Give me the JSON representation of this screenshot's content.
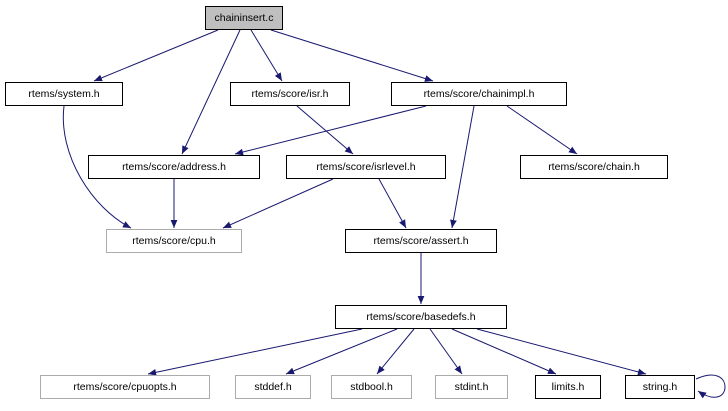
{
  "diagram": {
    "kind": "include-dependency-graph",
    "root": "chaininsert.c"
  },
  "colors": {
    "edge": "#191970",
    "main_fill": "#bfbfbf",
    "border_doc": "#000000",
    "border_undoc": "#ababab",
    "background": "#ffffff"
  },
  "nodes": {
    "chaininsert": {
      "label": "chaininsert.c",
      "type": "main"
    },
    "system": {
      "label": "rtems/system.h",
      "type": "doc"
    },
    "isr": {
      "label": "rtems/score/isr.h",
      "type": "doc"
    },
    "chainimpl": {
      "label": "rtems/score/chainimpl.h",
      "type": "doc"
    },
    "address": {
      "label": "rtems/score/address.h",
      "type": "doc"
    },
    "isrlevel": {
      "label": "rtems/score/isrlevel.h",
      "type": "doc"
    },
    "chain": {
      "label": "rtems/score/chain.h",
      "type": "doc"
    },
    "cpu": {
      "label": "rtems/score/cpu.h",
      "type": "undoc"
    },
    "assert": {
      "label": "rtems/score/assert.h",
      "type": "doc"
    },
    "basedefs": {
      "label": "rtems/score/basedefs.h",
      "type": "doc"
    },
    "cpuopts": {
      "label": "rtems/score/cpuopts.h",
      "type": "undoc"
    },
    "stddef": {
      "label": "stddef.h",
      "type": "undoc"
    },
    "stdbool": {
      "label": "stdbool.h",
      "type": "undoc"
    },
    "stdint": {
      "label": "stdint.h",
      "type": "undoc"
    },
    "limits": {
      "label": "limits.h",
      "type": "doc"
    },
    "string": {
      "label": "string.h",
      "type": "doc"
    }
  },
  "edges": [
    {
      "from": "chaininsert",
      "to": "system"
    },
    {
      "from": "chaininsert",
      "to": "address"
    },
    {
      "from": "chaininsert",
      "to": "isr"
    },
    {
      "from": "chaininsert",
      "to": "chainimpl"
    },
    {
      "from": "system",
      "to": "cpu"
    },
    {
      "from": "isr",
      "to": "isrlevel"
    },
    {
      "from": "chainimpl",
      "to": "address"
    },
    {
      "from": "chainimpl",
      "to": "chain"
    },
    {
      "from": "chainimpl",
      "to": "assert"
    },
    {
      "from": "address",
      "to": "cpu"
    },
    {
      "from": "isrlevel",
      "to": "cpu"
    },
    {
      "from": "isrlevel",
      "to": "assert"
    },
    {
      "from": "assert",
      "to": "basedefs"
    },
    {
      "from": "basedefs",
      "to": "cpuopts"
    },
    {
      "from": "basedefs",
      "to": "stddef"
    },
    {
      "from": "basedefs",
      "to": "stdbool"
    },
    {
      "from": "basedefs",
      "to": "stdint"
    },
    {
      "from": "basedefs",
      "to": "limits"
    },
    {
      "from": "basedefs",
      "to": "string"
    },
    {
      "from": "string",
      "to": "string"
    }
  ]
}
